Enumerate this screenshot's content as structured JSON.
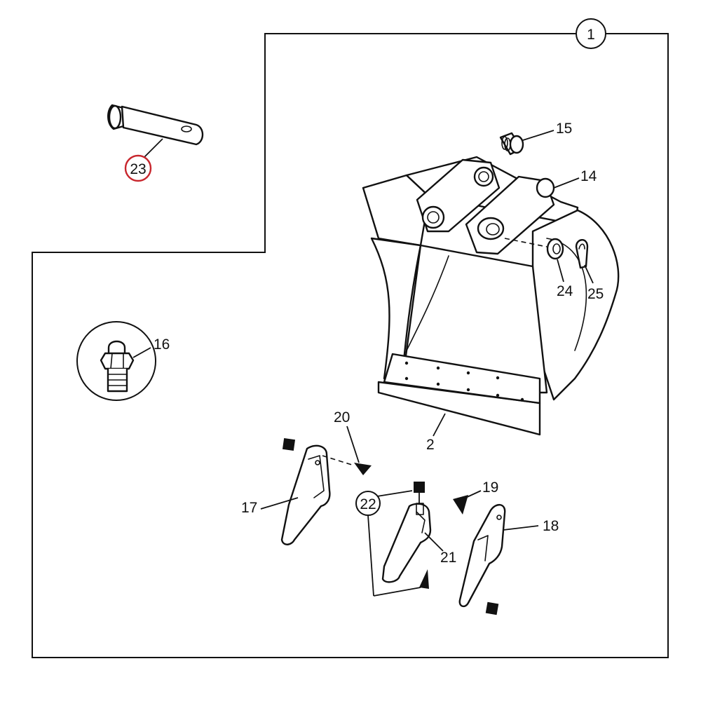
{
  "diagram": {
    "group_label": "1",
    "highlight_color": "#c8262d",
    "labels": {
      "p1": "1",
      "p2": "2",
      "p14": "14",
      "p15": "15",
      "p16": "16",
      "p17": "17",
      "p18": "18",
      "p19": "19",
      "p20": "20",
      "p21": "21",
      "p22": "22",
      "p23": "23",
      "p24": "24",
      "p25": "25"
    }
  }
}
